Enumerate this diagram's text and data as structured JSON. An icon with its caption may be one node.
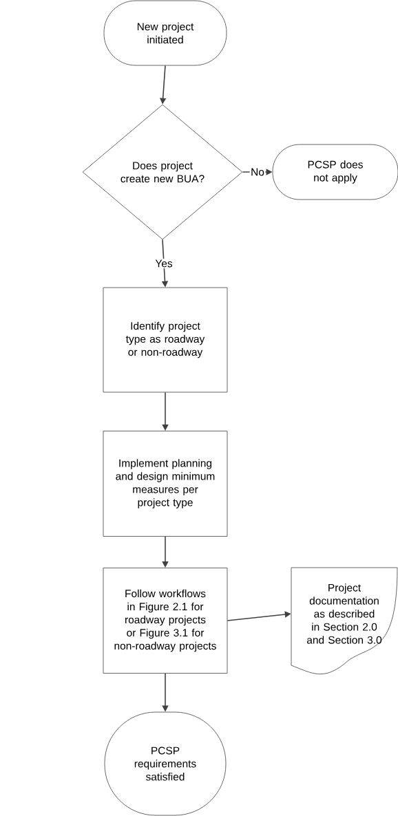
{
  "diagram": {
    "nodes": [
      {
        "text": [
          "New project initiated"
        ]
      },
      {
        "text": [
          "Does project create new BUA?"
        ]
      },
      {
        "text": [
          "PCSP does not apply"
        ]
      },
      {
        "text": [
          "Identify project type as roadway or non-roadway"
        ]
      },
      {
        "text": [
          "Implement planning and design minimum measures per project type"
        ]
      },
      {
        "text": [
          "Follow workflows in Figure 2.1 for roadway projects or Figure 3.1 for non-roadway projects"
        ]
      },
      {
        "text": [
          "Project documentation as described in Section 2.0 and Section 3.0"
        ]
      },
      {
        "text": [
          "PCSP requirements satisfied"
        ]
      }
    ],
    "edges": [
      {
        "from": 0,
        "to": 1,
        "arrow": "to"
      },
      {
        "from": 1,
        "to": 2,
        "arrow": "to",
        "label": "No"
      },
      {
        "from": 1,
        "to": 3,
        "arrow": "to",
        "label": "Yes"
      },
      {
        "from": 3,
        "to": 4,
        "arrow": "to"
      },
      {
        "from": 4,
        "to": 5,
        "arrow": "to"
      },
      {
        "from": 5,
        "to": 6,
        "arrow": "to"
      },
      {
        "from": 5,
        "to": 7,
        "arrow": "to"
      }
    ]
  }
}
